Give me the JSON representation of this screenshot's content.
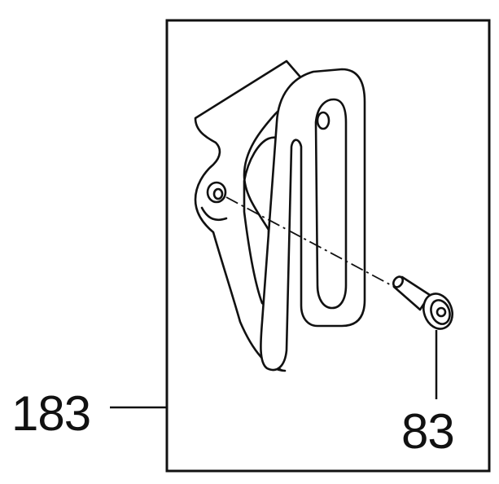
{
  "diagram": {
    "callouts": [
      {
        "id": "183",
        "label": "183"
      },
      {
        "id": "83",
        "label": "83"
      }
    ],
    "colors": {
      "ink": "#111111",
      "background": "#ffffff"
    }
  }
}
